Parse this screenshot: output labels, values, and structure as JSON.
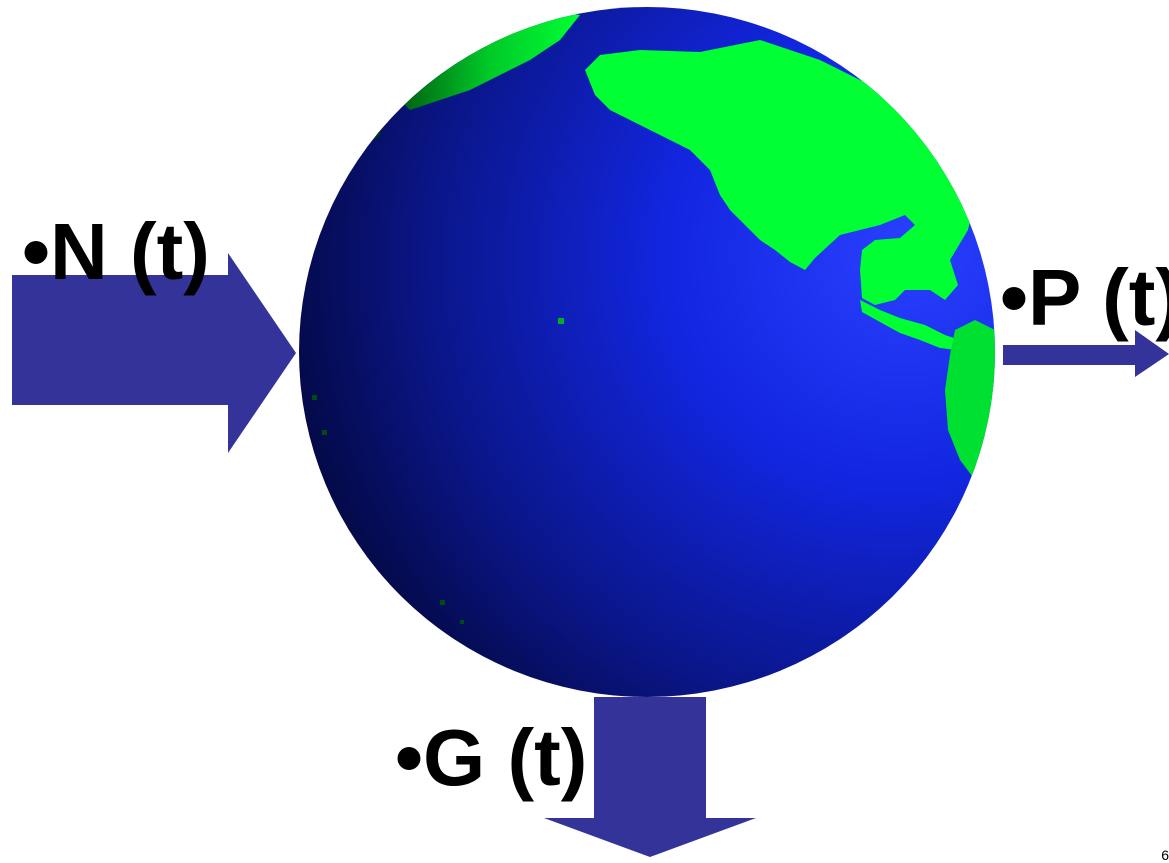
{
  "labels": {
    "inflow": "•N (t)",
    "outflow_right": "•P (t)",
    "outflow_down": "•G (t)"
  },
  "colors": {
    "arrow": "#333399",
    "ocean_light": "#1a33ff",
    "ocean_dark": "#000033",
    "land": "#00ff33",
    "background": "#ffffff"
  },
  "icons": {
    "globe": "earth-globe-icon",
    "arrows": [
      "arrow-right-icon",
      "arrow-right-icon",
      "arrow-down-icon"
    ]
  },
  "corner_text": "6"
}
